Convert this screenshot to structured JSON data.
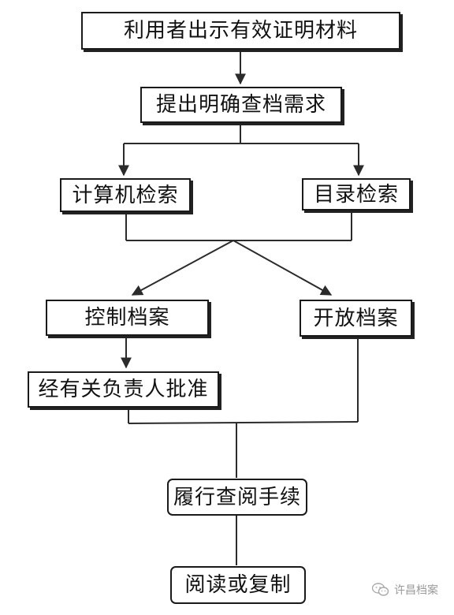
{
  "nodes": {
    "n1": "利用者出示有效证明材料",
    "n2": "提出明确查档需求",
    "n3": "计算机检索",
    "n4": "目录检索",
    "n5": "控制档案",
    "n6": "开放档案",
    "n7": "经有关负责人批准",
    "n8": "履行查阅手续",
    "n9": "阅读或复制"
  },
  "watermark": {
    "text": "许昌档案",
    "icon": "wechat-icon"
  },
  "colors": {
    "line": "#2b2b2b",
    "border": "#1a1a1a",
    "watermark": "#9a9a9a"
  }
}
